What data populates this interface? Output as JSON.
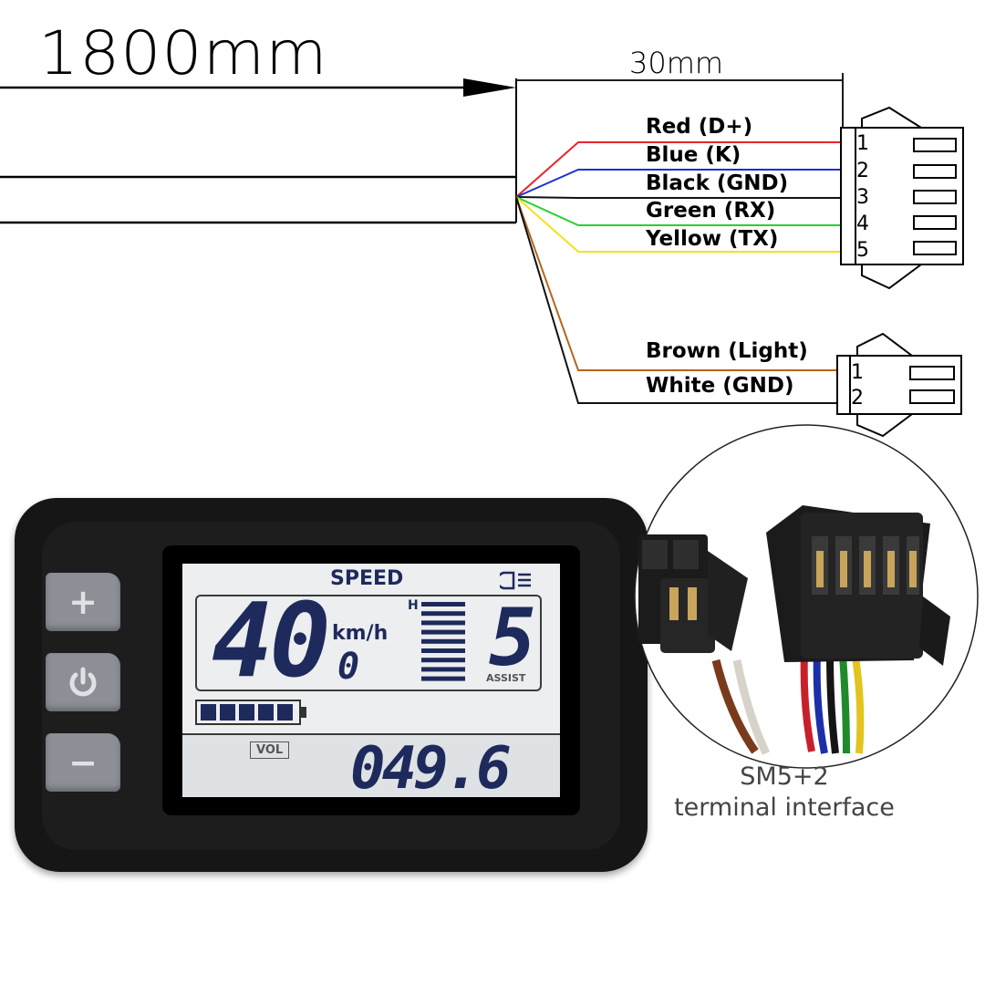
{
  "dimensions": {
    "cable_length": "1800mm",
    "lead_length": "30mm"
  },
  "connector_5pin": {
    "wires": [
      {
        "label": "Red (D+)",
        "pin": "1",
        "color": "#e8252b"
      },
      {
        "label": "Blue (K)",
        "pin": "2",
        "color": "#1f2fd0"
      },
      {
        "label": "Black (GND)",
        "pin": "3",
        "color": "#111111"
      },
      {
        "label": "Green (RX)",
        "pin": "4",
        "color": "#27d12b"
      },
      {
        "label": "Yellow (TX)",
        "pin": "5",
        "color": "#f2e21c"
      }
    ]
  },
  "connector_2pin": {
    "wires": [
      {
        "label": "Brown (Light)",
        "pin": "1",
        "color": "#b4661c"
      },
      {
        "label": "White (GND)",
        "pin": "2",
        "color": "#111111"
      }
    ]
  },
  "display": {
    "speed_heading": "SPEED",
    "speed_value": "40",
    "speed_unit": "km/h",
    "speed_decimal": "0",
    "level_letter": "H",
    "assist_value": "5",
    "assist_label": "ASSIST",
    "vol_label": "VOL",
    "vol_value": "049.6",
    "battery_segments": 5,
    "assist_bars": 9,
    "buttons": [
      "+",
      "power-icon",
      "−"
    ]
  },
  "caption": {
    "line1": "SM5+2",
    "line2": "terminal interface"
  }
}
